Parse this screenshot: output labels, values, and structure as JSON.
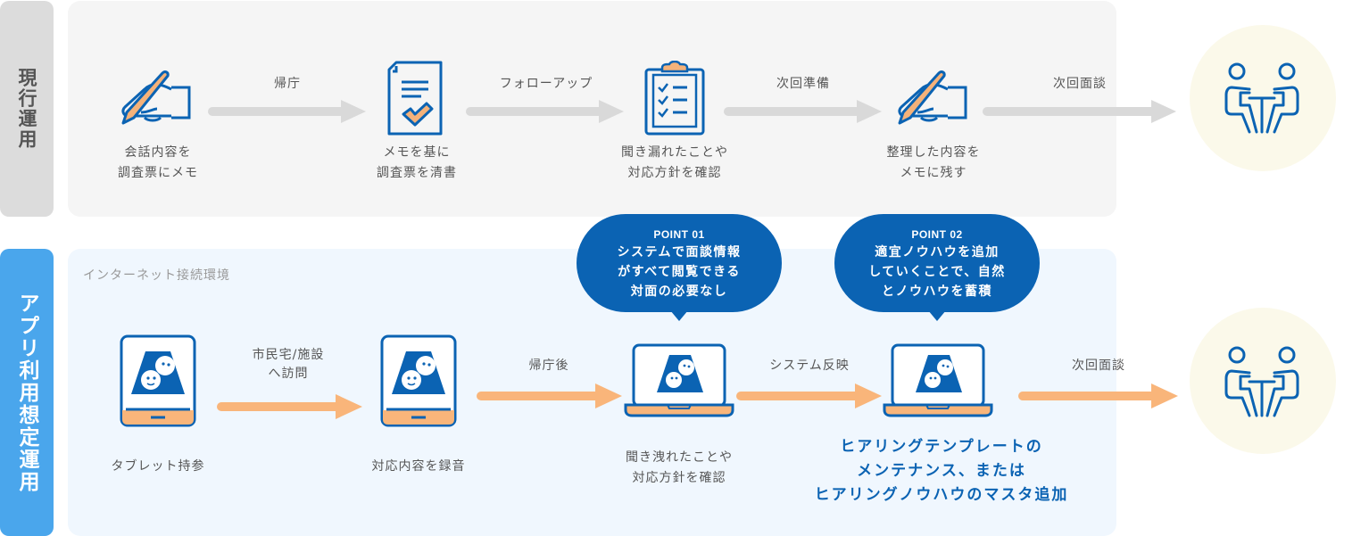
{
  "rows": {
    "current": {
      "label": "現行運用",
      "steps": [
        {
          "icon": "writing-hand-icon",
          "caption": [
            "会話内容を",
            "調査票にメモ"
          ]
        },
        {
          "icon": "document-check-icon",
          "caption": [
            "メモを基に",
            "調査票を清書"
          ]
        },
        {
          "icon": "clipboard-checklist-icon",
          "caption": [
            "聞き漏れたことや",
            "対応方針を確認"
          ]
        },
        {
          "icon": "writing-hand-icon",
          "caption": [
            "整理した内容を",
            "メモに残す"
          ]
        },
        {
          "icon": "meeting-icon",
          "caption": []
        }
      ],
      "arrows": [
        {
          "label": [
            "帰庁"
          ]
        },
        {
          "label": [
            "フォローアップ"
          ]
        },
        {
          "label": [
            "次回準備"
          ]
        },
        {
          "label": [
            "次回面談"
          ]
        }
      ]
    },
    "app": {
      "label": "アプリ利用想定運用",
      "environment": "インターネット接続環境",
      "steps": [
        {
          "icon": "tablet-app-icon",
          "caption": [
            "タブレット持参"
          ]
        },
        {
          "icon": "tablet-app-icon",
          "caption": [
            "対応内容を録音"
          ]
        },
        {
          "icon": "laptop-app-icon",
          "caption": [
            "聞き洩れたことや",
            "対応方針を確認"
          ]
        },
        {
          "icon": "laptop-app-icon",
          "caption": [
            "ヒアリングテンプレートの",
            "メンテナンス、または",
            "ヒアリングノウハウのマスタ追加"
          ]
        },
        {
          "icon": "meeting-icon",
          "caption": []
        }
      ],
      "arrows": [
        {
          "label": [
            "市民宅/施設",
            "へ訪問"
          ]
        },
        {
          "label": [
            "帰庁後"
          ]
        },
        {
          "label": [
            "システム反映"
          ]
        },
        {
          "label": [
            "次回面談"
          ]
        }
      ],
      "points": [
        {
          "title": "POINT 01",
          "lines": [
            "システムで面談情報",
            "がすべて閲覧できる",
            "対面の必要なし"
          ]
        },
        {
          "title": "POINT 02",
          "lines": [
            "適宜ノウハウを追加",
            "していくことで、自然",
            "とノウハウを蓄積"
          ]
        }
      ]
    }
  },
  "colors": {
    "primary_blue": "#0b63b3",
    "label_blue": "#4aa6ec",
    "accent_orange": "#f9b57a",
    "arrow_gray": "#d9d9d9",
    "circle_cream": "#fbf9ea"
  }
}
